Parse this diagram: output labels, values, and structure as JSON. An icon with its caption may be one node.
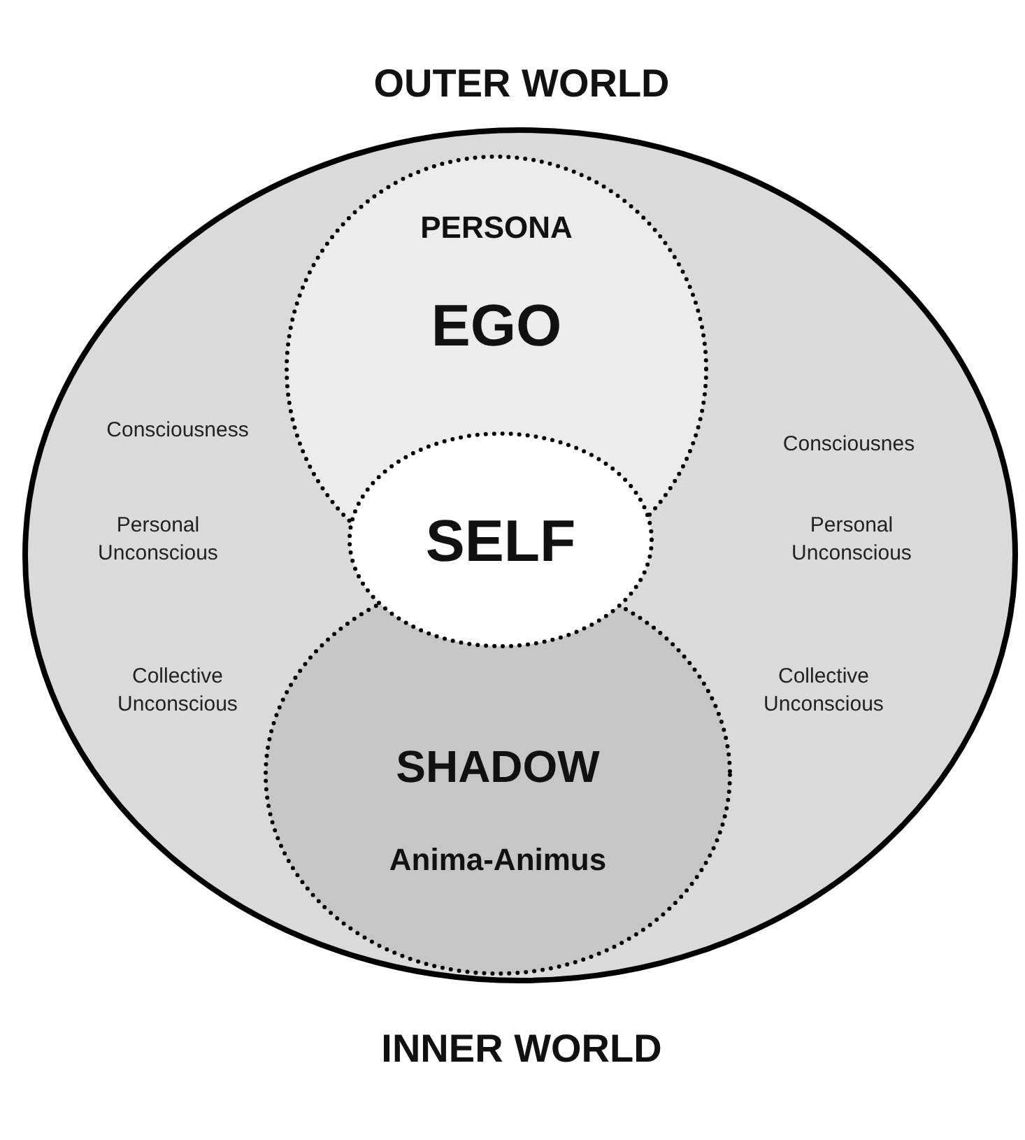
{
  "diagram": {
    "nodes": [
      {
        "text": [
          "OUTER WORLD",
          "INNER WORLD"
        ]
      },
      {
        "text": [
          "PERSONA",
          "EGO"
        ],
        "in": 0
      },
      {
        "text": [
          "SELF"
        ],
        "in": 0
      },
      {
        "text": [
          "SHADOW",
          "Anima-Animus"
        ],
        "in": 0
      }
    ],
    "labels": [
      "Consciousness",
      "Consciousnes",
      "Personal Unconscious",
      "Personal Unconscious",
      "Collective Unconscious",
      "Collective Unconscious"
    ]
  }
}
